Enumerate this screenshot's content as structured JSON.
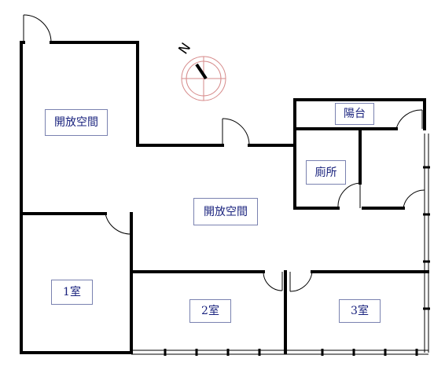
{
  "compass": {
    "north_label": "N"
  },
  "rooms": [
    {
      "id": "open-space-top",
      "label": "開放空間"
    },
    {
      "id": "open-space-center",
      "label": "開放空間"
    },
    {
      "id": "balcony",
      "label": "陽台"
    },
    {
      "id": "toilet",
      "label": "廁所"
    },
    {
      "id": "room-1",
      "label": "1室"
    },
    {
      "id": "room-2",
      "label": "2室"
    },
    {
      "id": "room-3",
      "label": "3室"
    }
  ]
}
